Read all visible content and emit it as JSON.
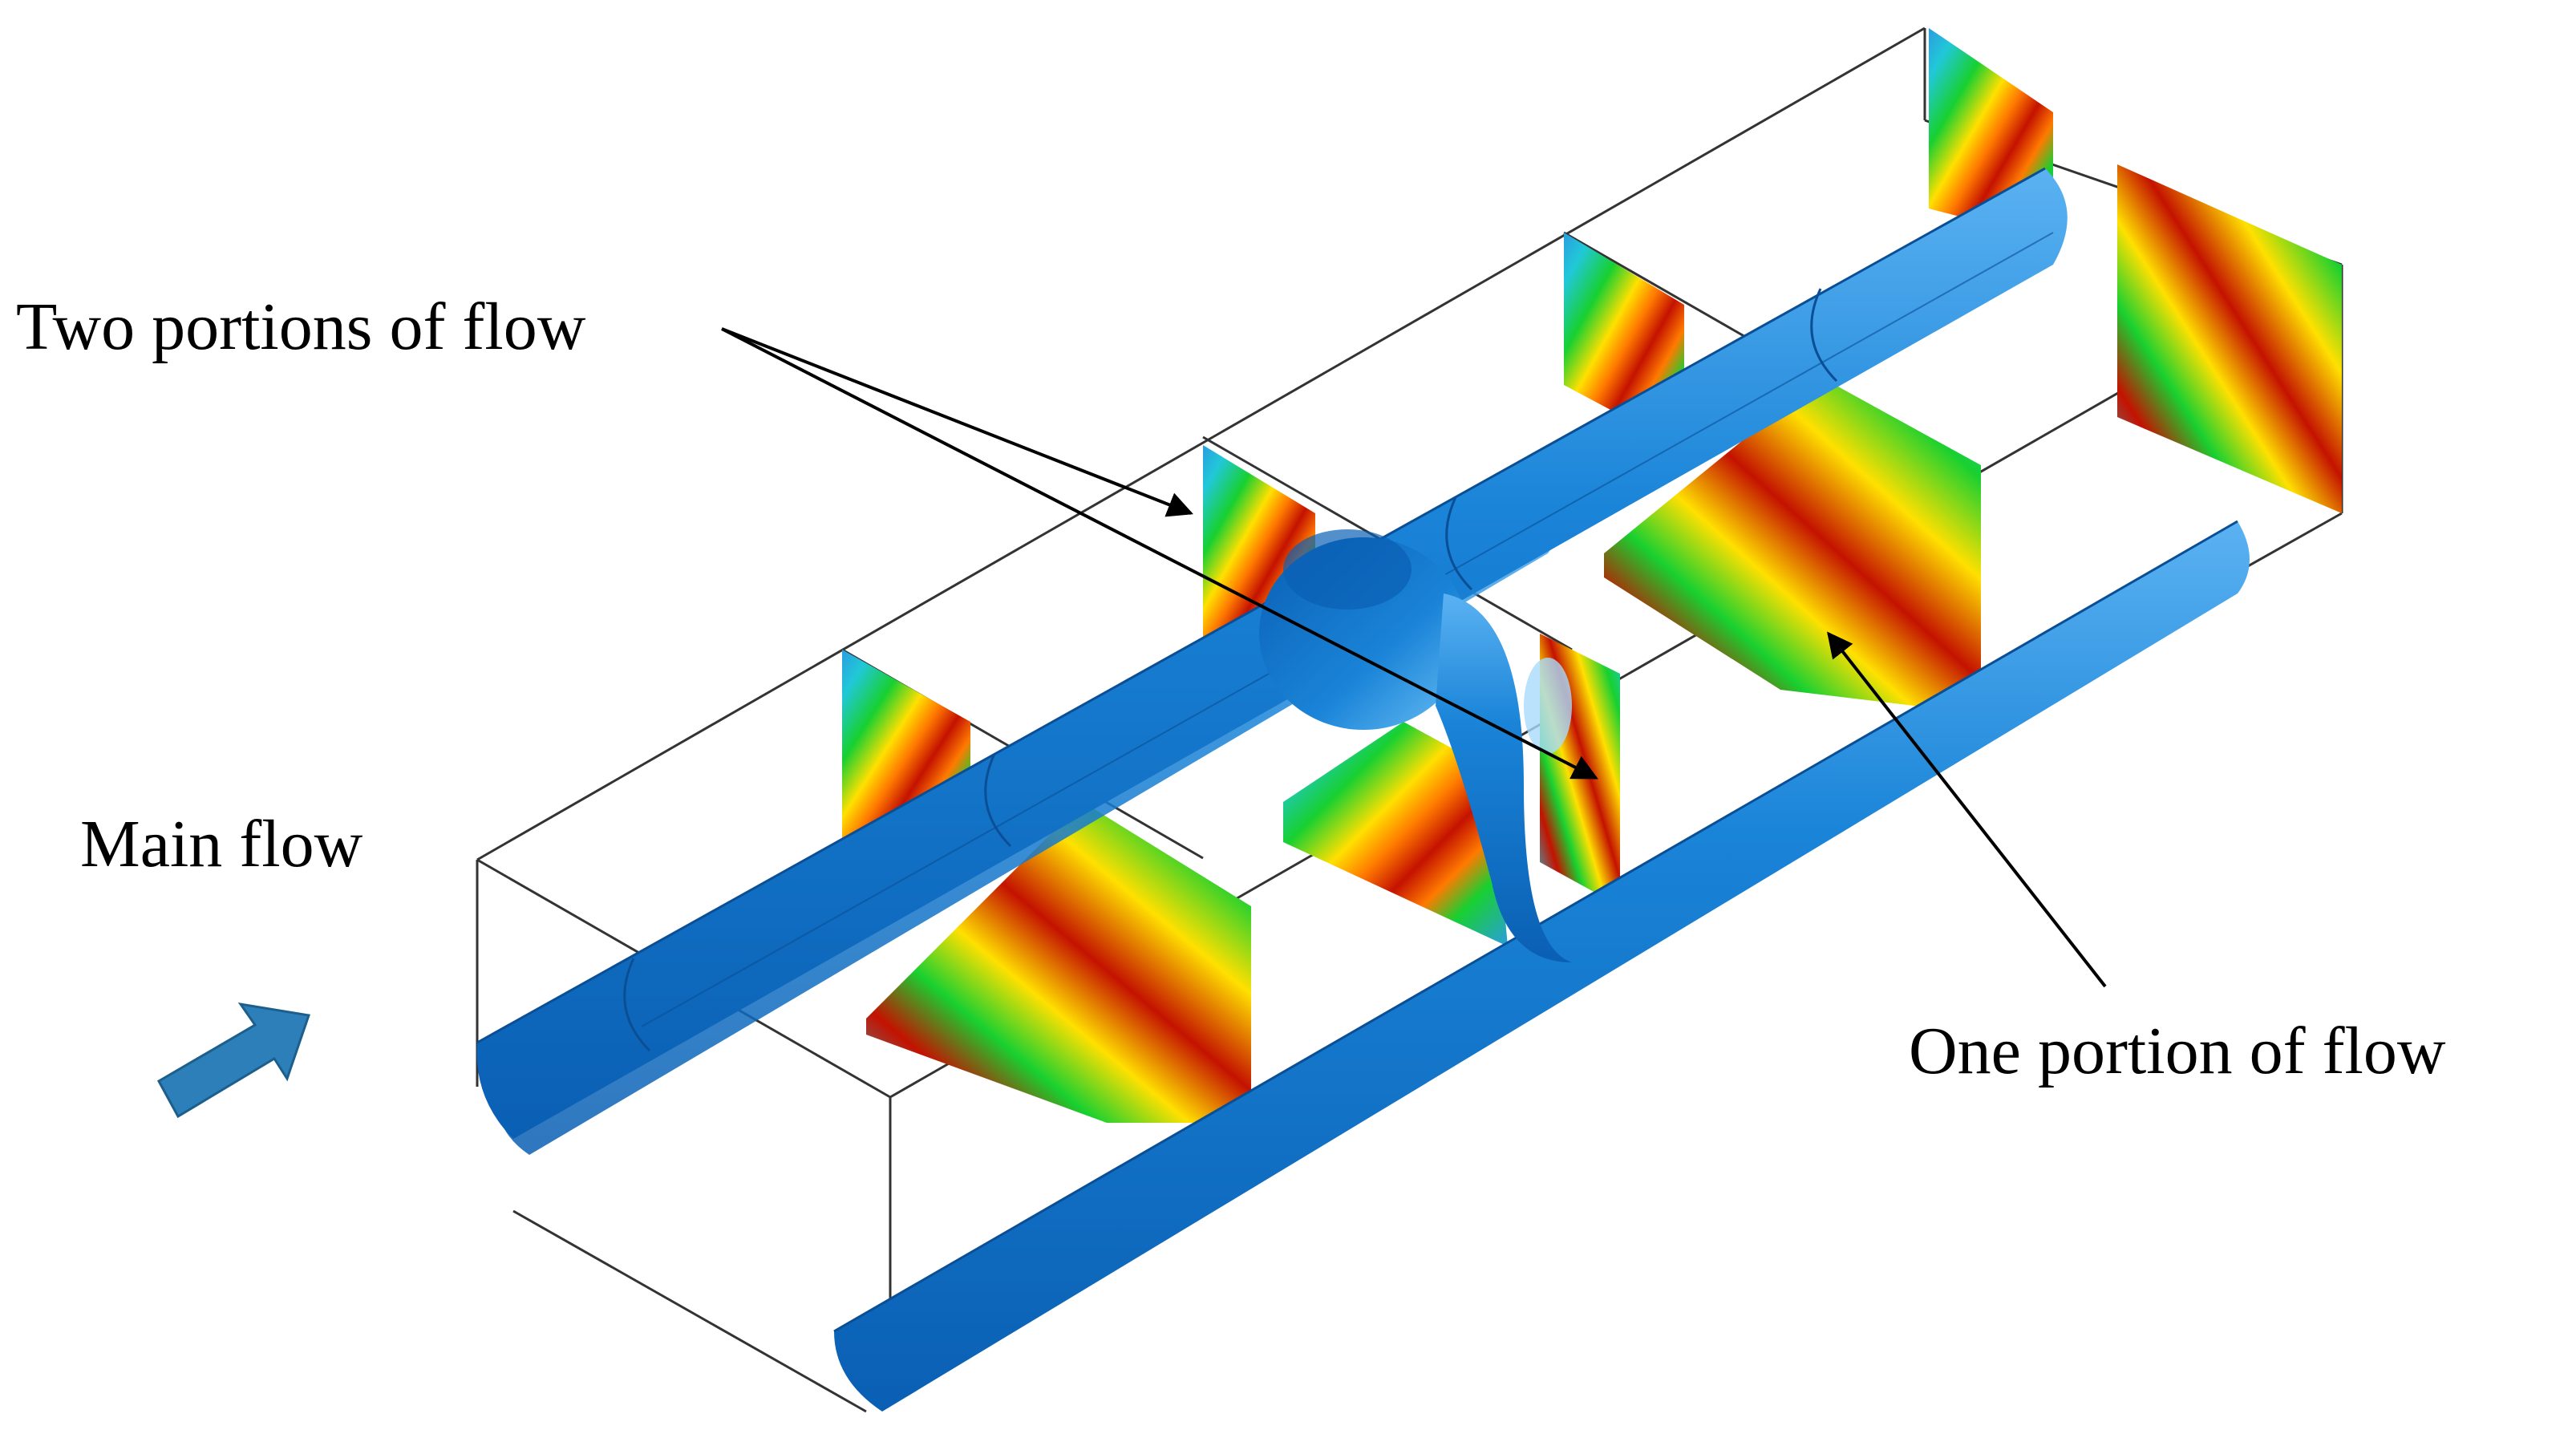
{
  "annotations": {
    "two_portions": "Two portions of flow",
    "main_flow": "Main flow",
    "one_portion": "One portion of flow"
  },
  "colors": {
    "tube_blue": "#1a84d8",
    "tube_dark": "#0a5fb3",
    "flow_arrow": "#2c7fb8",
    "contour_red": "#c41200",
    "contour_yellow": "#ffe000",
    "contour_green": "#18d030",
    "contour_cyan": "#21c8d8",
    "outline": "#333333"
  },
  "icons": {
    "flow_direction": "flow-direction-arrow-icon"
  }
}
